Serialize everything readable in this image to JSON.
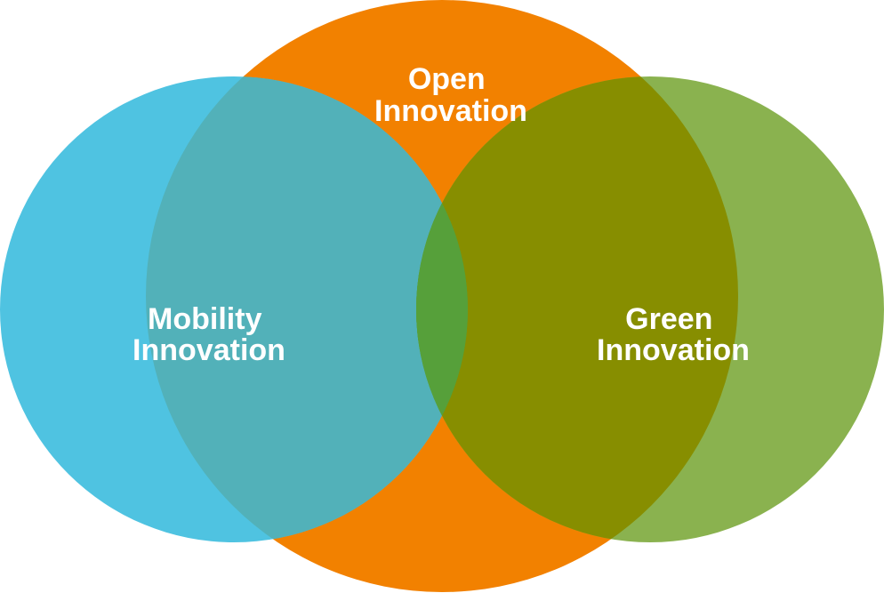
{
  "diagram": {
    "type": "venn",
    "sets": [
      {
        "id": "open",
        "label_lines": [
          "Open",
          "Innovation"
        ],
        "color": "#F28100"
      },
      {
        "id": "mobility",
        "label_lines": [
          "Mobility",
          "Innovation"
        ],
        "color": "#4FC3E1"
      },
      {
        "id": "green",
        "label_lines": [
          "Green",
          "Innovation"
        ],
        "color": "#8AB24F"
      }
    ],
    "overlap_colors": {
      "open_mobility": "#52B1B9",
      "open_green": "#878E00",
      "mobility_green": "#56A03A",
      "all": "#56A03A"
    }
  }
}
